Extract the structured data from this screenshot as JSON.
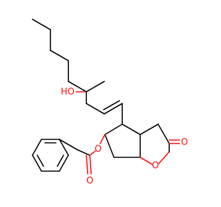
{
  "molecule": {
    "atom_labels": {
      "hydroxyl": "HO",
      "ester_oxygen": "O",
      "carbonyl_oxygen_benzoate": "O",
      "ring_oxygen": "O",
      "carbonyl_oxygen_lactone": "O"
    },
    "colors": {
      "bond": "#000000",
      "oxygen": "#ff0d0d",
      "hydroxyl_H": "#3d3d3d",
      "background": "#ffffff"
    }
  }
}
